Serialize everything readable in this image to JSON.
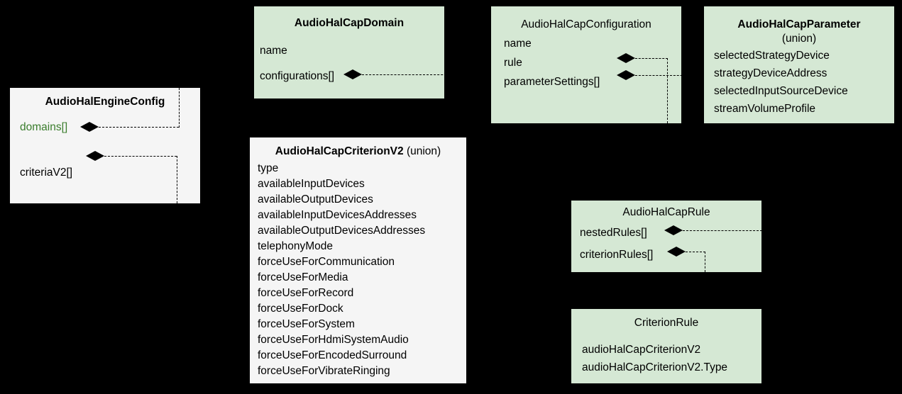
{
  "diagram": {
    "type": "uml-class-diagram",
    "background_color": "#000000",
    "green_fill": "#d5e8d4",
    "gray_fill": "#f5f5f5",
    "accent_text_color": "#3a7d2c"
  },
  "boxes": {
    "engine_config": {
      "title": "AudioHalEngineConfig",
      "fields": [
        "domains[]",
        "criteriaV2[]"
      ]
    },
    "cap_domain": {
      "title": "AudioHalCapDomain",
      "fields": [
        "name",
        "configurations[]"
      ]
    },
    "cap_configuration": {
      "title": "AudioHalCapConfiguration",
      "fields": [
        "name",
        "rule",
        "parameterSettings[]"
      ]
    },
    "cap_parameter": {
      "title": "AudioHalCapParameter",
      "subtitle": "(union)",
      "fields": [
        "selectedStrategyDevice",
        "strategyDeviceAddress",
        "selectedInputSourceDevice",
        "streamVolumeProfile"
      ]
    },
    "cap_criterion_v2": {
      "title": "AudioHalCapCriterionV2",
      "title_suffix": "(union)",
      "fields": [
        "type",
        "availableInputDevices",
        "availableOutputDevices",
        "availableInputDevicesAddresses",
        "availableOutputDevicesAddresses",
        "telephonyMode",
        "forceUseForCommunication",
        "forceUseForMedia",
        "forceUseForRecord",
        "forceUseForDock",
        "forceUseForSystem",
        "forceUseForHdmiSystemAudio",
        "forceUseForEncodedSurround",
        "forceUseForVibrateRinging"
      ]
    },
    "cap_rule": {
      "title": "AudioHalCapRule",
      "fields": [
        "nestedRules[]",
        "criterionRules[]"
      ]
    },
    "criterion_rule": {
      "title": "CriterionRule",
      "fields": [
        "audioHalCapCriterionV2",
        "audioHalCapCriterionV2.Type"
      ]
    }
  }
}
